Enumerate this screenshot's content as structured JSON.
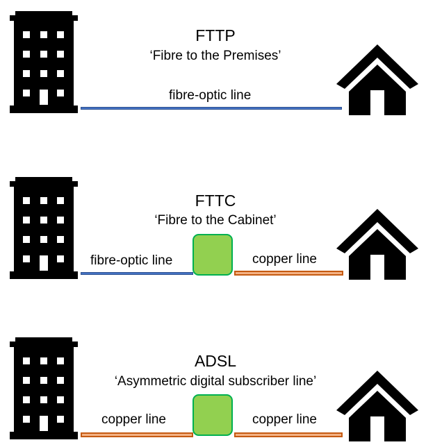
{
  "panels": [
    {
      "id": "fttp",
      "title": "FTTP",
      "subtitle": "‘Fibre to the Premises’",
      "labels": {
        "line": "fibre-optic line"
      },
      "icons": {
        "left": "office-building-icon",
        "right": "house-icon"
      }
    },
    {
      "id": "fttc",
      "title": "FTTC",
      "subtitle": "‘Fibre to the Cabinet’",
      "labels": {
        "left_line": "fibre-optic line",
        "right_line": "copper line"
      },
      "icons": {
        "left": "office-building-icon",
        "right": "house-icon",
        "middle": "cabinet-box"
      }
    },
    {
      "id": "adsl",
      "title": "ADSL",
      "subtitle": "‘Asymmetric digital subscriber line’",
      "labels": {
        "left_line": "copper line",
        "right_line": "copper line"
      },
      "icons": {
        "left": "office-building-icon",
        "right": "house-icon",
        "middle": "cabinet-box"
      }
    }
  ],
  "colors": {
    "fibre_line": "#4472c4",
    "copper_line": "#f4b183",
    "copper_border": "#c55a11",
    "cabinet_fill": "#92d050",
    "cabinet_border": "#00b050",
    "icon": "#000000"
  }
}
